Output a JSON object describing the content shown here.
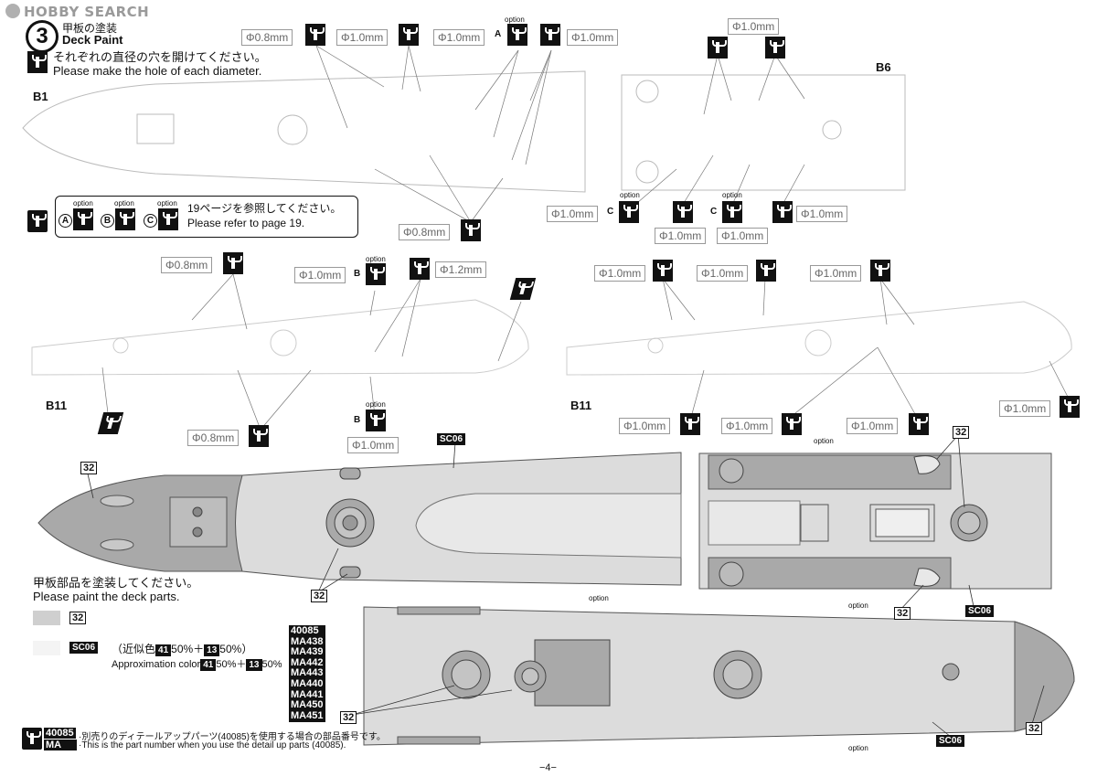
{
  "watermark": "HOBBY SEARCH",
  "step": {
    "number": "3",
    "title_ja": "甲板の塗装",
    "title_en": "Deck Paint"
  },
  "instruction": {
    "ja": "それぞれの直径の穴を開けてください。",
    "en": "Please make the hole of each diameter."
  },
  "reference": {
    "ja": "19ページを参照してください。",
    "en": "Please refer to page 19."
  },
  "option_word": "option",
  "letters": {
    "a": "A",
    "b": "B",
    "c": "C"
  },
  "parts": {
    "b1": "B1",
    "b6": "B6",
    "b11": "B11"
  },
  "diameters": {
    "d08": "Φ0.8mm",
    "d10": "Φ1.0mm",
    "d12": "Φ1.2mm"
  },
  "color_nums": {
    "n32": "32",
    "sc06": "SC06"
  },
  "paint_instruction": {
    "ja": "甲板部品を塗装してください。",
    "en": "Please paint the deck parts."
  },
  "legend": {
    "ja_prefix": "（近似色",
    "ja_c41": "41",
    "ja_p1": "50%＋",
    "ja_c13": "13",
    "ja_p2": "50%）",
    "en_prefix": "Approximation color",
    "en_c41": "41",
    "en_p1": "50%＋",
    "en_c13": "13",
    "en_p2": "50%"
  },
  "codes": [
    "40085",
    "MA438",
    "MA439",
    "MA442",
    "MA443",
    "MA440",
    "MA441",
    "MA450",
    "MA451"
  ],
  "footnote": {
    "code": "40085",
    "ma": "MA",
    "ja": "·別売りのディテールアップパーツ(40085)を使用する場合の部品番号です。",
    "en": "·This is the part number when you use the detail up parts (40085)."
  },
  "page_number": "−4−",
  "colors": {
    "deck": "#dcdcdc",
    "dark_gray": "#a9a9a9",
    "line": "#444444"
  }
}
